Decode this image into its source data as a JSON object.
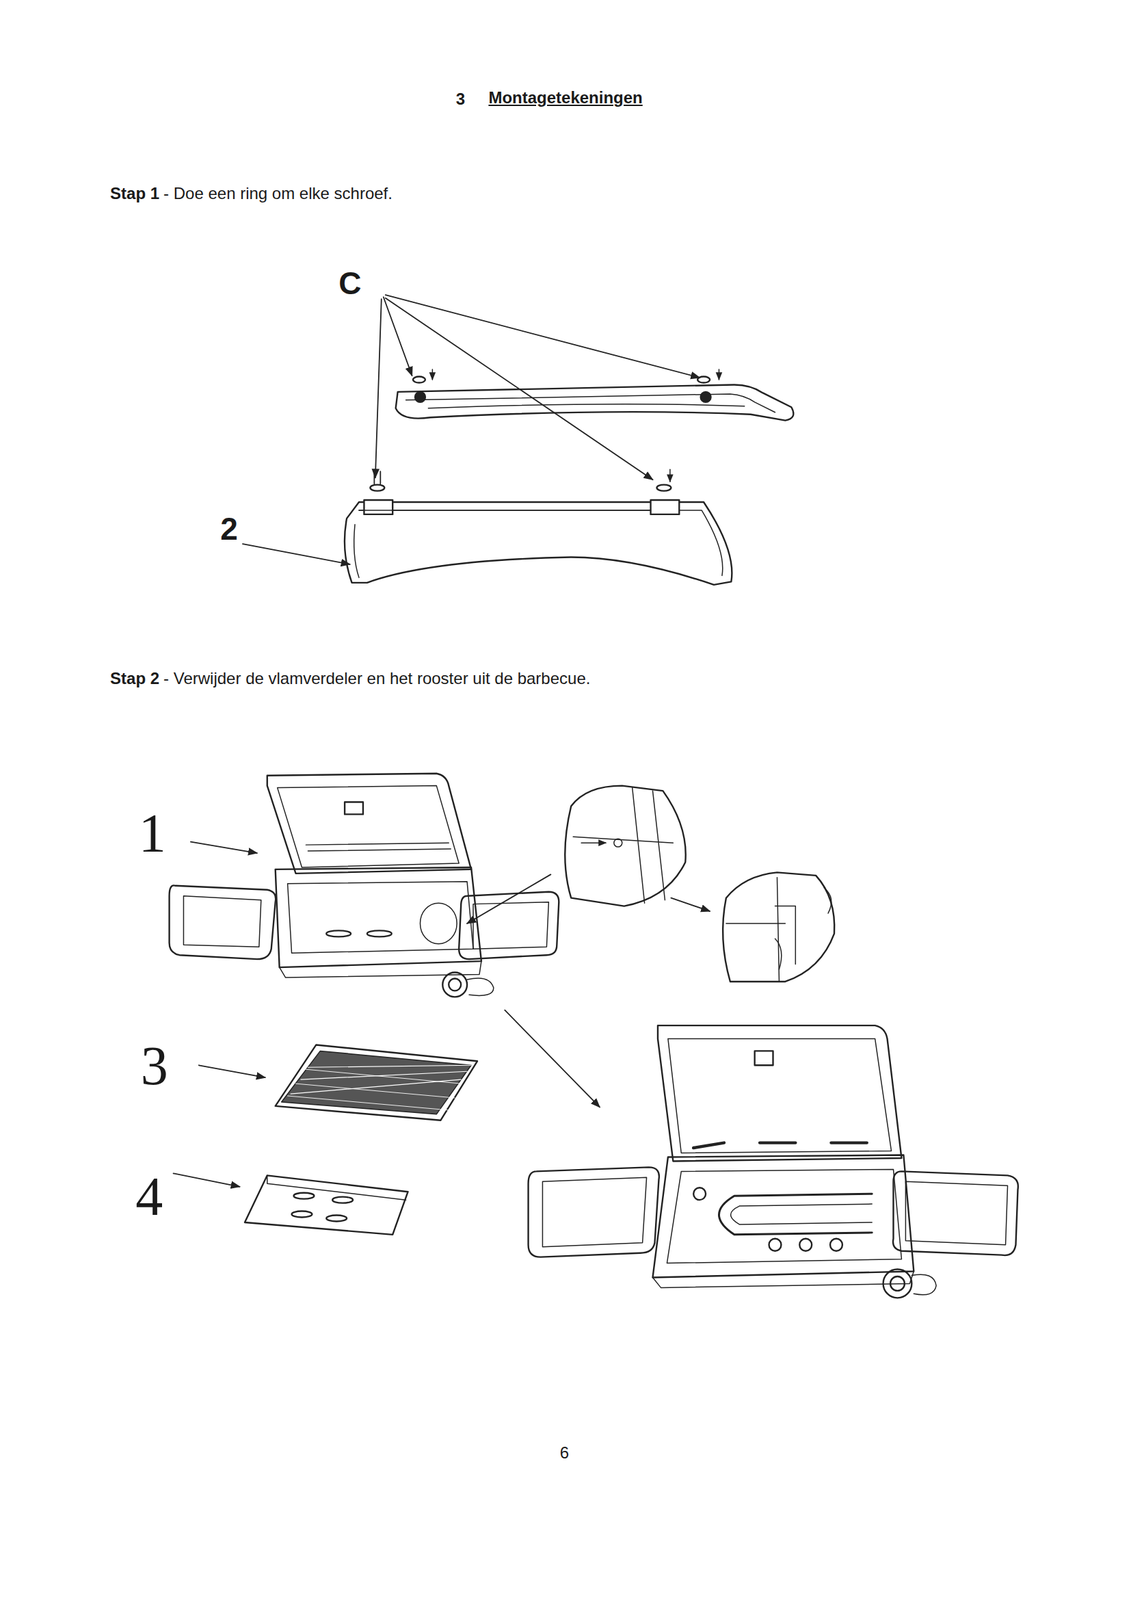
{
  "diagram": {
    "title": "Montagetekeningen",
    "labels": [
      "3",
      "Stap 1",
      "- Doe een ring om elke schroef.",
      "C",
      "2",
      "Stap 2",
      "- Verwijder de vlamverdeler en het rooster uit de barbecue.",
      "1",
      "3",
      "4",
      "6"
    ]
  }
}
